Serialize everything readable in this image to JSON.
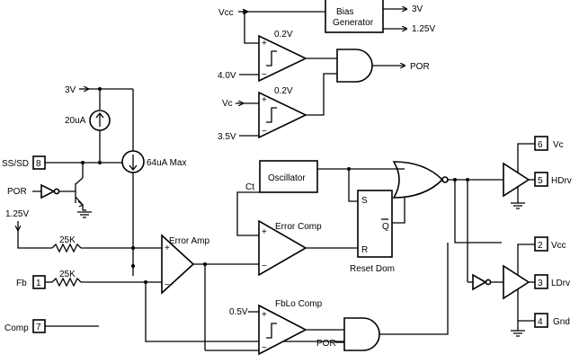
{
  "labels": {
    "vcc_top": "Vcc",
    "bias_line1": "Bias",
    "bias_line2": "Generator",
    "bias_out_3v": "3V",
    "bias_out_125v": "1.25V",
    "comp1_ref": "0.2V",
    "comp1_in": "4.0V",
    "por_out": "POR",
    "comp2_vc": "Vc",
    "comp2_ref": "0.2V",
    "comp2_in": "3.5V",
    "supply_3v": "3V",
    "src_20ua": "20uA",
    "src_64ua": "64uA Max",
    "ss_sd": "SS/SD",
    "por_in": "POR",
    "ref_125v": "1.25V",
    "r1": "25K",
    "r2": "25K",
    "fb": "Fb",
    "comp": "Comp",
    "oscillator": "Oscillator",
    "ct": "Ct",
    "error_amp": "Error Amp",
    "error_comp": "Error Comp",
    "latch_s": "S",
    "latch_r": "R",
    "latch_q": "Q",
    "reset_dom": "Reset Dom",
    "fblo_comp": "FbLo Comp",
    "fblo_ref": "0.5V",
    "por_in2": "POR",
    "vc_out": "Vc",
    "hdrv": "HDrv",
    "vcc_out": "Vcc",
    "ldrv": "LDrv",
    "gnd": "Gnd"
  },
  "pins": {
    "ss_sd": "8",
    "fb": "1",
    "comp": "7",
    "vc": "6",
    "hdrv": "5",
    "vcc": "2",
    "ldrv": "3",
    "gnd": "4"
  },
  "signs": {
    "plus": "+",
    "minus": "−"
  }
}
